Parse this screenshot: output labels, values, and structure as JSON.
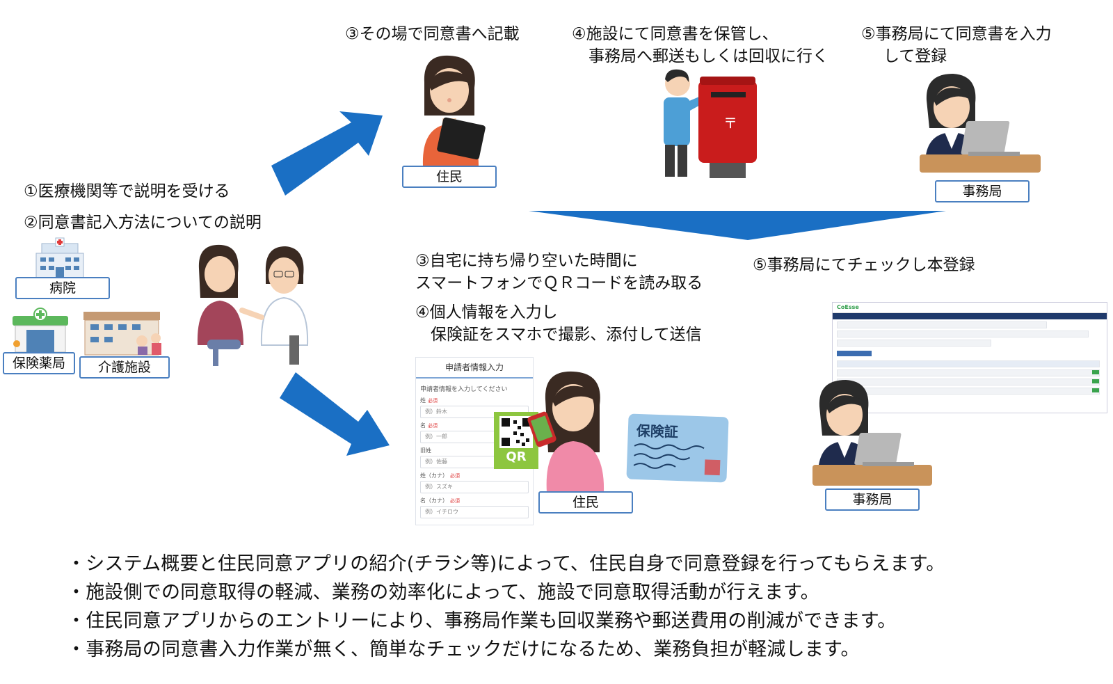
{
  "steps": {
    "s3_top": "③その場で同意書へ記載",
    "s4_line1": "④施設にて同意書を保管し、",
    "s4_line2": "事務局へ郵送もしくは回収に行く",
    "s5_line1": "⑤事務局にて同意書を入力",
    "s5_line2": "して登録",
    "s1": "①医療機関等で説明を受ける",
    "s2": "②同意書記入方法についての説明",
    "s3_bottom_line1": "③自宅に持ち帰り空いた時間に",
    "s3_bottom_line2": "スマートフォンでＱＲコードを読み取る",
    "s4_bottom_line1": "④個人情報を入力し",
    "s4_bottom_line2": "保険証をスマホで撮影、添付して送信",
    "s5_bottom": "⑤事務局にてチェックし本登録"
  },
  "labels": {
    "resident_top": "住民",
    "office_top": "事務局",
    "hospital": "病院",
    "pharmacy": "保険薬局",
    "care": "介護施設",
    "resident_bottom": "住民",
    "office_bottom": "事務局"
  },
  "form": {
    "title": "申請者情報入力",
    "subtitle": "申請者情報を入力してください",
    "required": "必須",
    "fields": [
      {
        "label": "姓",
        "placeholder": "例）鈴木"
      },
      {
        "label": "名",
        "placeholder": "例）一郎"
      },
      {
        "label": "旧姓",
        "placeholder": "例）佐藤"
      },
      {
        "label": "姓（カナ）",
        "placeholder": "例）スズキ"
      },
      {
        "label": "名（カナ）",
        "placeholder": "例）イチロウ"
      }
    ]
  },
  "qr_text": "QR",
  "card_text": "保険証",
  "system_logo": "CoEsse",
  "bullets": [
    "・システム概要と住民同意アプリの紹介(チラシ等)によって、住民自身で同意登録を行ってもらえます。",
    "・施設側での同意取得の軽減、業務の効率化によって、施設で同意取得活動が行えます。",
    "・住民同意アプリからのエントリーにより、事務局作業も回収業務や郵送費用の削減ができます。",
    "・事務局の同意書入力作業が無く、簡単なチェックだけになるため、業務負担が軽減します。"
  ],
  "colors": {
    "arrow": "#1a6fc4",
    "label_border": "#4a7fc0"
  }
}
